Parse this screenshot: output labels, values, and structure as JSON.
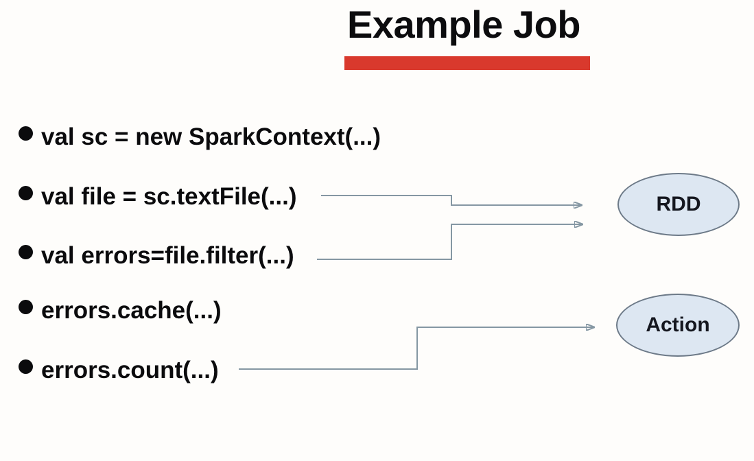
{
  "slide": {
    "title": "Example Job"
  },
  "bullets": [
    {
      "text": "val sc = new SparkContext(...)"
    },
    {
      "text": "val file = sc.textFile(...)"
    },
    {
      "text": "val errors=file.filter(...)"
    },
    {
      "text": "errors.cache(...)"
    },
    {
      "text": "errors.count(...)"
    }
  ],
  "nodes": [
    {
      "label": "RDD"
    },
    {
      "label": "Action"
    }
  ],
  "colors": {
    "accent_bar": "#d9392d",
    "node_fill": "#dde7f2",
    "node_border": "#6d7a88",
    "arrow": "#8597a3",
    "text": "#0b0b0d"
  }
}
